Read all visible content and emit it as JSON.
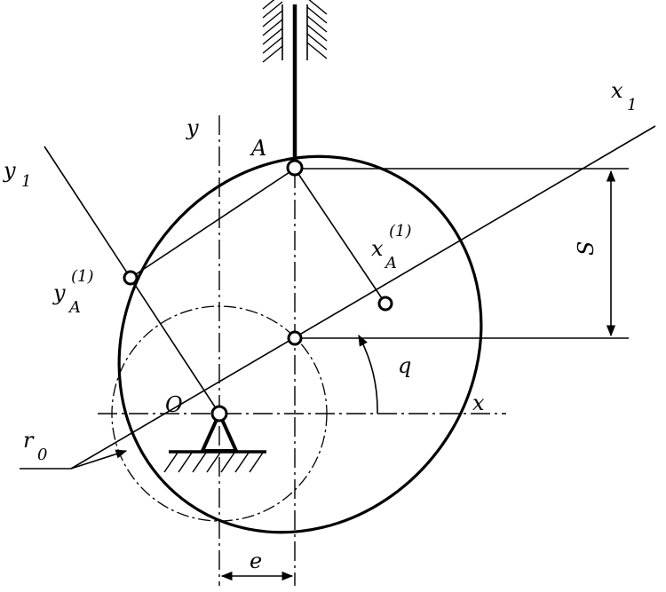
{
  "labels": {
    "y_axis": "y",
    "x_axis": "x",
    "y1_main": "y",
    "y1_sub": "1",
    "x1_main": "x",
    "x1_sub": "1",
    "point_A": "A",
    "origin_O": "O",
    "xA_main": "x",
    "xA_sub": "A",
    "xA_sup": "(1)",
    "yA_main": "y",
    "yA_sub": "A",
    "yA_sup": "(1)",
    "angle_q": "q",
    "disp_s": "S",
    "r0_main": "r",
    "r0_sub": "0",
    "offset_e": "e"
  }
}
